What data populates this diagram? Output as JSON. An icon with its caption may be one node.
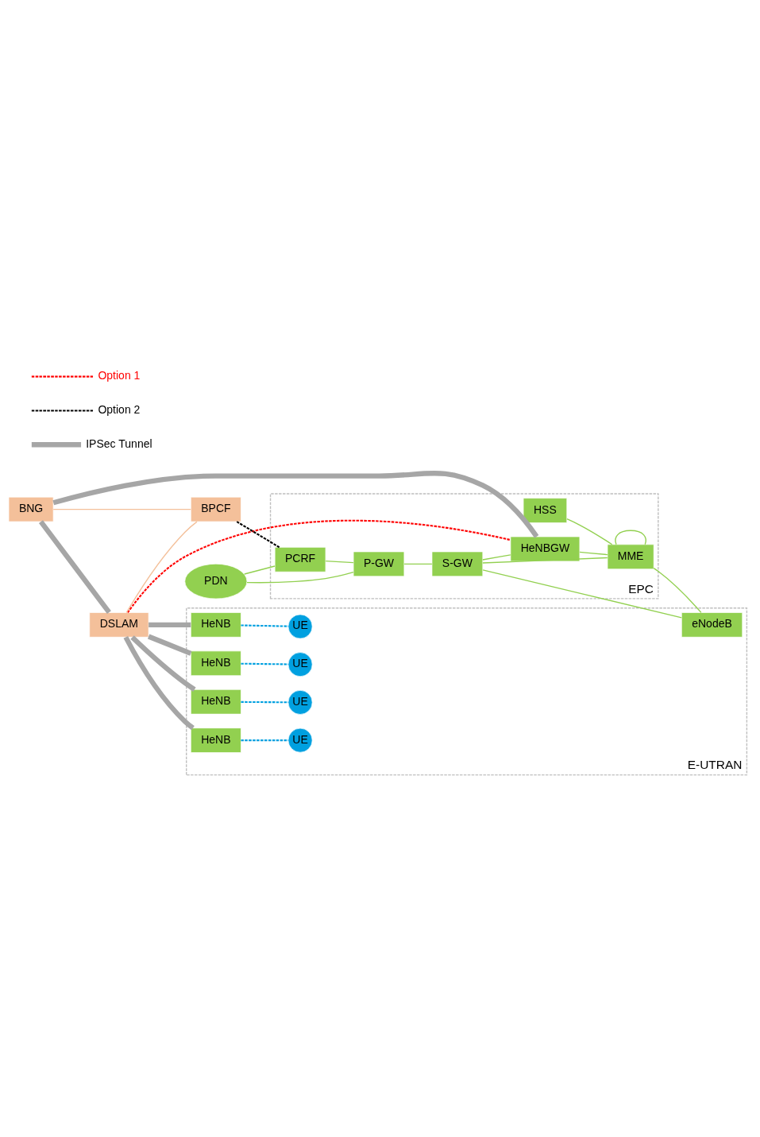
{
  "diagram": {
    "nodes": [
      {
        "text": [
          "EPC"
        ]
      },
      {
        "text": [
          "PCRF"
        ],
        "in": 0
      },
      {
        "text": [
          "P-GW"
        ],
        "in": 0
      },
      {
        "text": [
          "S-GW"
        ],
        "in": 0
      },
      {
        "text": [
          "HSS"
        ],
        "in": 0
      },
      {
        "text": [
          "HeNBGW"
        ],
        "in": 0
      },
      {
        "text": [
          "MME"
        ],
        "in": 0
      },
      {
        "text": [
          "PDN"
        ]
      },
      {
        "text": [
          "E-UTRAN"
        ]
      },
      {
        "text": [
          "HeNB"
        ],
        "in": 8
      },
      {
        "text": [
          "HeNB"
        ],
        "in": 8
      },
      {
        "text": [
          "HeNB"
        ],
        "in": 8
      },
      {
        "text": [
          "HeNB"
        ],
        "in": 8
      },
      {
        "text": [
          "eNodeB"
        ],
        "in": 8
      },
      {
        "text": [
          "UE"
        ],
        "in": 8
      },
      {
        "text": [
          "UE"
        ],
        "in": 8
      },
      {
        "text": [
          "UE"
        ],
        "in": 8
      },
      {
        "text": [
          "UE"
        ],
        "in": 8
      },
      {
        "text": [
          "BNG"
        ]
      },
      {
        "text": [
          "DSLAM"
        ]
      },
      {
        "text": [
          "BPCF"
        ]
      }
    ],
    "edges": [
      {
        "from": 7,
        "to": 1,
        "arrow": "none"
      },
      {
        "from": 7,
        "to": 2,
        "arrow": "none"
      },
      {
        "from": 1,
        "to": 2,
        "arrow": "none"
      },
      {
        "from": 2,
        "to": 3,
        "arrow": "none"
      },
      {
        "from": 3,
        "to": 5,
        "arrow": "none"
      },
      {
        "from": 3,
        "to": 6,
        "arrow": "none"
      },
      {
        "from": 3,
        "to": 13,
        "arrow": "none"
      },
      {
        "from": 4,
        "to": 6,
        "arrow": "none"
      },
      {
        "from": 5,
        "to": 6,
        "arrow": "none"
      },
      {
        "from": 6,
        "to": 13,
        "arrow": "none"
      },
      {
        "from": 6,
        "to": 6,
        "arrow": "none"
      },
      {
        "from": 18,
        "to": 5,
        "arrow": "none",
        "style": "thick",
        "color": "#a6a6a6"
      },
      {
        "from": 19,
        "to": 5,
        "arrow": "none",
        "style": "dashed",
        "color": "#ff0000"
      },
      {
        "from": 18,
        "to": 19,
        "arrow": "none",
        "style": "thick",
        "color": "#a6a6a6"
      },
      {
        "from": 18,
        "to": 20,
        "arrow": "none",
        "color": "#f4c09a"
      },
      {
        "from": 19,
        "to": 20,
        "arrow": "none",
        "color": "#f4c09a"
      },
      {
        "from": 20,
        "to": 1,
        "arrow": "none",
        "style": "dashed",
        "color": "#000000"
      },
      {
        "from": 19,
        "to": 9,
        "arrow": "none",
        "style": "thick",
        "color": "#a6a6a6"
      },
      {
        "from": 19,
        "to": 10,
        "arrow": "none",
        "style": "thick",
        "color": "#a6a6a6"
      },
      {
        "from": 19,
        "to": 11,
        "arrow": "none",
        "style": "thick",
        "color": "#a6a6a6"
      },
      {
        "from": 19,
        "to": 12,
        "arrow": "none",
        "style": "thick",
        "color": "#a6a6a6"
      },
      {
        "from": 9,
        "to": 14,
        "arrow": "none",
        "style": "dashed",
        "color": "#00a0e0"
      },
      {
        "from": 10,
        "to": 15,
        "arrow": "none",
        "style": "dashed",
        "color": "#00a0e0"
      },
      {
        "from": 11,
        "to": 16,
        "arrow": "none",
        "style": "dashed",
        "color": "#00a0e0"
      },
      {
        "from": 12,
        "to": 17,
        "arrow": "none",
        "style": "dashed",
        "color": "#00a0e0"
      }
    ],
    "legend": [
      {
        "text": "Option 1"
      },
      {
        "text": "Option 2"
      },
      {
        "text": "IPSec Tunnel"
      }
    ]
  }
}
